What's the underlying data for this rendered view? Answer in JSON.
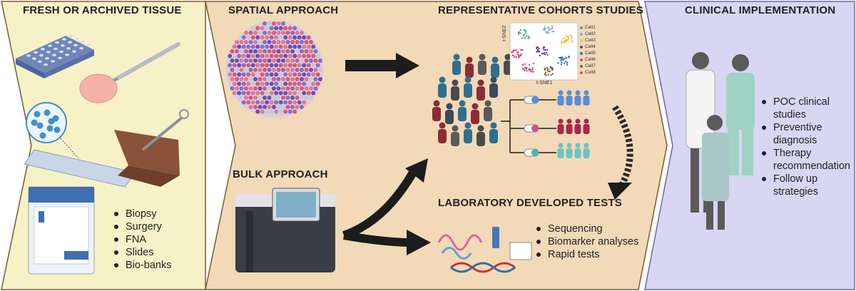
{
  "panels": {
    "tissue": {
      "title": "FRESH OR ARCHIVED TISSUE",
      "items": [
        "Biopsy",
        "Surgery",
        "FNA",
        "Slides",
        "Bio-banks"
      ]
    },
    "approaches": {
      "spatial_title": "SPATIAL APPROACH",
      "bulk_title": "BULK APPROACH",
      "cohorts_title": "REPRESENTATIVE COHORTS STUDIES",
      "ldt_title": "LABORATORY DEVELOPED TESTS",
      "ldt_items": [
        "Sequencing",
        "Biomarker analyses",
        "Rapid tests"
      ],
      "tsne": {
        "ylabel": "t-SNE2",
        "xlabel": "t-SNE1",
        "legend": [
          "Cell1",
          "Cell2",
          "Cell3",
          "Cell4",
          "Cell5",
          "Cell6",
          "Cell7",
          "Cell8"
        ],
        "legend_colors": [
          "#4aa8a0",
          "#7fb0d8",
          "#e2c84a",
          "#6a3fa0",
          "#2f6fa8",
          "#c94d8f",
          "#8a5a3a",
          "#d44a78"
        ]
      }
    },
    "clinical": {
      "title": "CLINICAL IMPLEMENTATION",
      "items": [
        "POC clinical studies",
        "Preventive diagnosis",
        "Therapy recommendation",
        "Follow up strategies"
      ]
    }
  },
  "colors": {
    "panel1_bg": "#f7f1c8",
    "panel2_bg": "#f2d9b8",
    "panel3_bg": "#d8d6f2",
    "panel_border": "#7a5a34"
  }
}
